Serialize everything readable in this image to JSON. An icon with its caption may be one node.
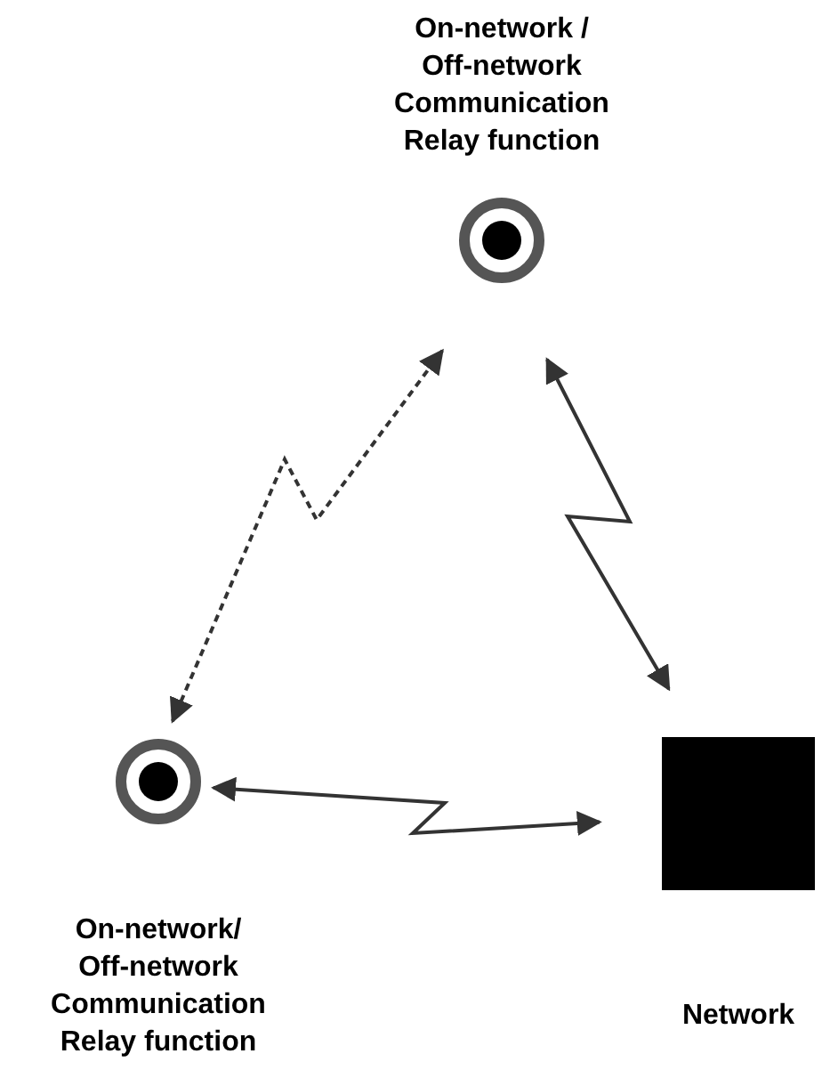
{
  "diagram": {
    "nodes": [
      {
        "text": [
          "On-network / Off-network Communication Relay function"
        ]
      },
      {
        "text": [
          "On-network/ Off-network Communication Relay function"
        ]
      },
      {
        "text": [
          "Network"
        ]
      }
    ],
    "edges": [
      {
        "from": 0,
        "to": 1,
        "arrow": "both",
        "style": "dashed"
      },
      {
        "from": 0,
        "to": 2,
        "arrow": "both"
      },
      {
        "from": 1,
        "to": 2,
        "arrow": "both"
      }
    ]
  }
}
